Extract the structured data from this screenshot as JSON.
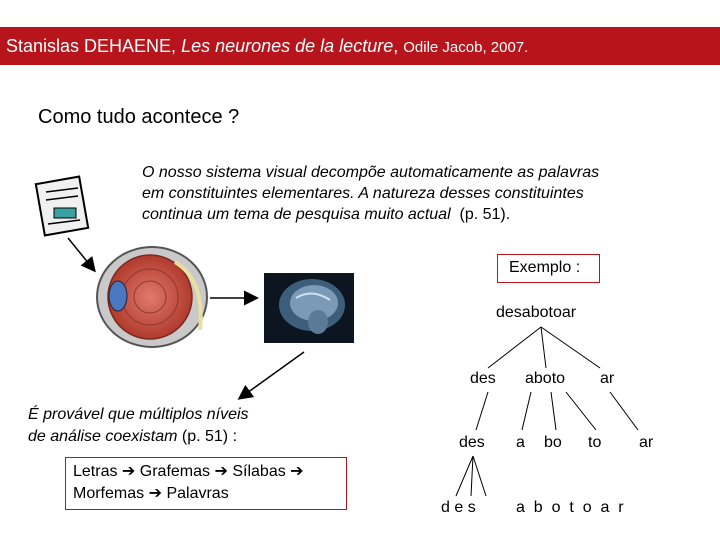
{
  "header": {
    "author": "Stanislas DEHAENE, ",
    "book_title": "Les neurones de la lecture",
    "sep": ", ",
    "publisher": "Odile Jacob, 2007."
  },
  "subtitle": "Como tudo acontece ?",
  "quote": {
    "line1": "O nosso sistema visual decompõe automaticamente as palavras",
    "line2": "em constituintes elementares. A  natureza desses constituintes",
    "line3": "continua um tema de pesquisa muito actual",
    "ref": "(p. 51)."
  },
  "exemplo_label": "Exemplo :",
  "multi_levels": {
    "line1": "É provável que múltiplos níveis",
    "line2": "de análise coexistam",
    "ref": "(p. 51) :"
  },
  "levels_box": {
    "letras": "Letras",
    "grafemas": "Grafemas",
    "silabas": "Sílabas",
    "morfemas": "Morfemas",
    "palavras": "Palavras"
  },
  "tree": {
    "root": "desabotoar",
    "level1": [
      "des",
      "aboto",
      "ar"
    ],
    "level2": [
      "des",
      "a",
      "bo",
      "to",
      "ar"
    ],
    "level3_left": "d e s",
    "level3_right": "a  b  o  t  o  a  r"
  },
  "icons": [
    "document-icon",
    "eye-icon",
    "brain-scan-icon",
    "arrow-icon"
  ]
}
